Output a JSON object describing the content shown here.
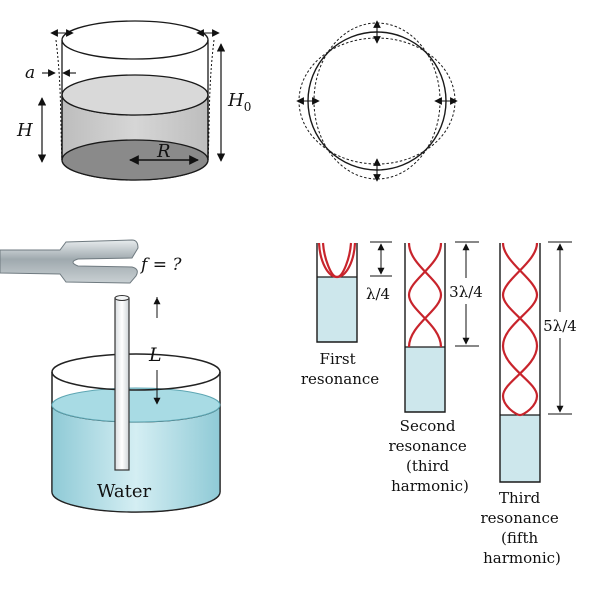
{
  "panel_cylinder": {
    "label_a": "a",
    "label_H": "H",
    "label_H0": "H",
    "label_H0_sub": "0",
    "label_R": "R"
  },
  "panel_tuning_fork": {
    "label_f": "f = ?",
    "label_L": "L",
    "label_water": "Water"
  },
  "panel_resonance": {
    "label_1": "λ/4",
    "label_2": "3λ/4",
    "label_3": "5λ/4",
    "caption_1": [
      "First",
      "resonance"
    ],
    "caption_2": [
      "Second",
      "resonance",
      "(third",
      "harmonic)"
    ],
    "caption_3": [
      "Third",
      "resonance",
      "(fifth",
      "harmonic)"
    ]
  },
  "colors": {
    "standing_wave": "#c8242c",
    "water": "#cde7ec",
    "outline": "#1a1a1a"
  }
}
